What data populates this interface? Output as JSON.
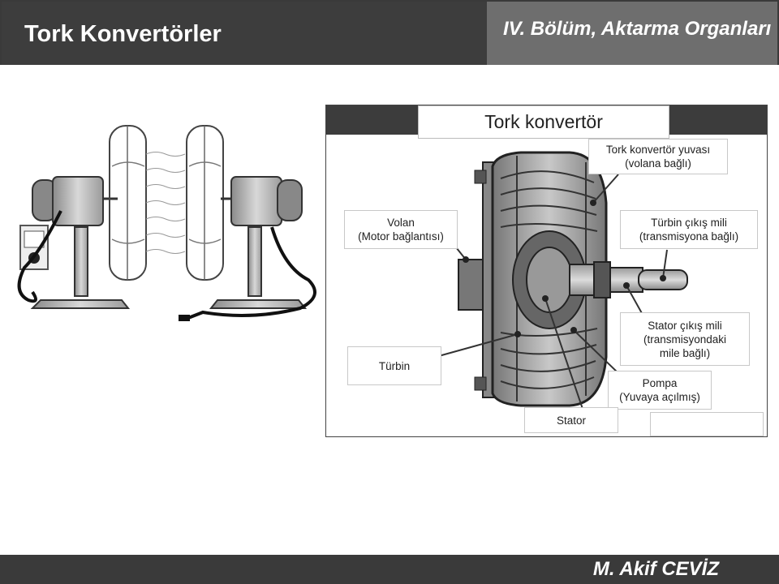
{
  "header": {
    "title": "Tork Konvertörler",
    "subtitle": "IV. Bölüm, Aktarma Organları"
  },
  "diagram": {
    "title": "Tork konvertör",
    "labels": {
      "housing_1": "Tork konvertör yuvası",
      "housing_2": "(volana bağlı)",
      "flywheel_1": "Volan",
      "flywheel_2": "(Motor bağlantısı)",
      "turbine_shaft_1": "Türbin çıkış mili",
      "turbine_shaft_2": "(transmisyona bağlı)",
      "stator_shaft_1": "Stator çıkış mili",
      "stator_shaft_2": "(transmisyondaki",
      "stator_shaft_3": "mile bağlı)",
      "turbine": "Türbin",
      "pump_1": "Pompa",
      "pump_2": "(Yuvaya açılmış)",
      "stator": "Stator"
    }
  },
  "footer": {
    "author": "M. Akif CEVİZ"
  }
}
